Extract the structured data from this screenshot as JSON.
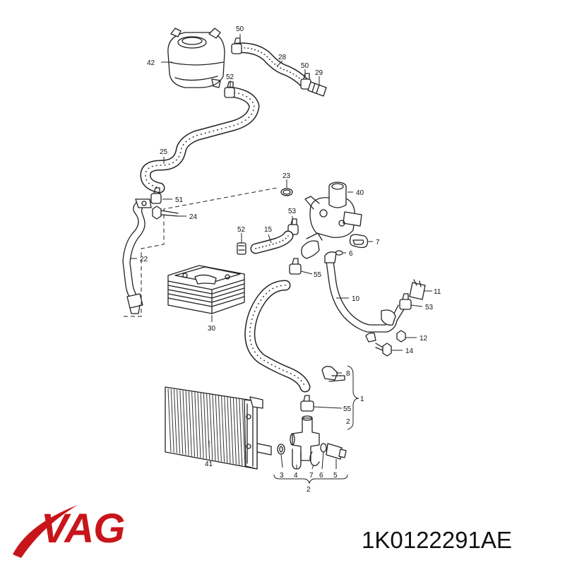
{
  "diagram": {
    "callouts": [
      {
        "id": "c50a",
        "text": "50"
      },
      {
        "id": "c42",
        "text": "42"
      },
      {
        "id": "c28",
        "text": "28"
      },
      {
        "id": "c50b",
        "text": "50"
      },
      {
        "id": "c29",
        "text": "29"
      },
      {
        "id": "c52a",
        "text": "52"
      },
      {
        "id": "c25",
        "text": "25"
      },
      {
        "id": "c23",
        "text": "23"
      },
      {
        "id": "c40",
        "text": "40"
      },
      {
        "id": "c51",
        "text": "51"
      },
      {
        "id": "c24",
        "text": "24"
      },
      {
        "id": "c53a",
        "text": "53"
      },
      {
        "id": "c52b",
        "text": "52"
      },
      {
        "id": "c15",
        "text": "15"
      },
      {
        "id": "c7a",
        "text": "7"
      },
      {
        "id": "c6a",
        "text": "6"
      },
      {
        "id": "c22",
        "text": "22"
      },
      {
        "id": "c55a",
        "text": "55"
      },
      {
        "id": "c11",
        "text": "11"
      },
      {
        "id": "c10",
        "text": "10"
      },
      {
        "id": "c53b",
        "text": "53"
      },
      {
        "id": "c12",
        "text": "12"
      },
      {
        "id": "c30",
        "text": "30"
      },
      {
        "id": "c14",
        "text": "14"
      },
      {
        "id": "c8",
        "text": "8"
      },
      {
        "id": "c1",
        "text": "1"
      },
      {
        "id": "c55b",
        "text": "55"
      },
      {
        "id": "c2a",
        "text": "2"
      },
      {
        "id": "c41",
        "text": "41"
      },
      {
        "id": "c3",
        "text": "3"
      },
      {
        "id": "c4",
        "text": "4"
      },
      {
        "id": "c7b",
        "text": "7"
      },
      {
        "id": "c6b",
        "text": "6"
      },
      {
        "id": "c5",
        "text": "5"
      },
      {
        "id": "c2b",
        "text": "2"
      }
    ]
  },
  "brand": {
    "logo_text": "VAG",
    "logo_color": "#c8151b"
  },
  "part_number": "1K0122291AE"
}
